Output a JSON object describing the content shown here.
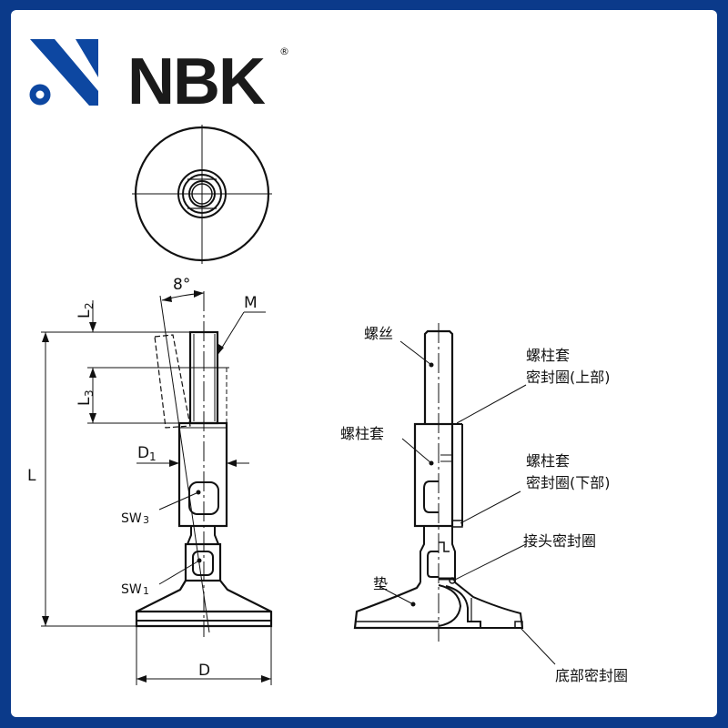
{
  "brand": {
    "name": "NBK",
    "registered_mark": "®",
    "colors": {
      "border": "#0b3a8a",
      "logo_blue": "#0d47a1",
      "ink": "#111111"
    }
  },
  "left_view": {
    "dimensions": {
      "angle": "8°",
      "thread": "M",
      "L2": "L2",
      "L3": "L3",
      "L": "L",
      "D1": "D1",
      "SW3": "SW3",
      "SW1": "SW1",
      "D": "D"
    },
    "dim_parts": {
      "L2_main": "L",
      "L2_sub": "2",
      "L3_main": "L",
      "L3_sub": "3",
      "D1_main": "D",
      "D1_sub": "1",
      "SW3_main": "SW",
      "SW3_sub": "3",
      "SW1_main": "SW",
      "SW1_sub": "1"
    }
  },
  "right_view": {
    "labels": {
      "screw": "螺丝",
      "stud_sleeve": "螺柱套",
      "upper_seal_line1": "螺柱套",
      "upper_seal_line2": "密封圈(上部)",
      "lower_seal_line1": "螺柱套",
      "lower_seal_line2": "密封圈(下部)",
      "joint_seal": "接头密封圈",
      "pad": "垫",
      "bottom_seal": "底部密封圈"
    }
  }
}
